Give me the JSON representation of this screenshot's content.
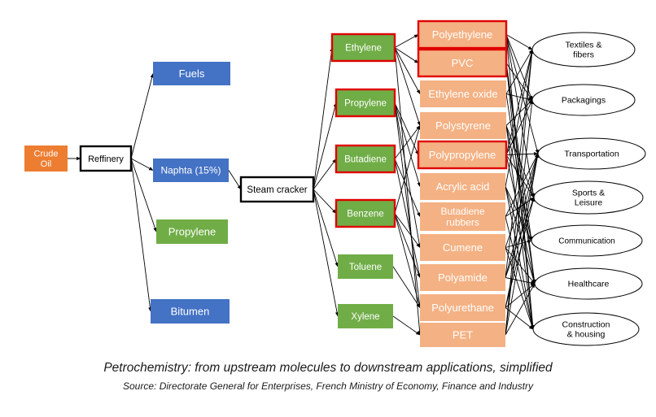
{
  "colors": {
    "orange": "#ED7D31",
    "blue": "#4472C4",
    "green": "#70AD47",
    "salmon": "#F4B183",
    "highlight_border": "#E00000",
    "black_border": "#000000",
    "edge": "#000000"
  },
  "nodes": [
    {
      "id": "crude_oil",
      "label": "Crude\nOil",
      "style": "orange"
    },
    {
      "id": "refinery",
      "label": "Reffinery",
      "style": "white"
    },
    {
      "id": "fuels",
      "label": "Fuels",
      "style": "blue"
    },
    {
      "id": "naphta",
      "label": "Naphta (15%)",
      "style": "blue"
    },
    {
      "id": "propylene_ref",
      "label": "Propylene",
      "style": "green"
    },
    {
      "id": "bitumen",
      "label": "Bitumen",
      "style": "blue"
    },
    {
      "id": "steam_cracker",
      "label": "Steam cracker",
      "style": "white"
    },
    {
      "id": "ethylene",
      "label": "Ethylene",
      "style": "green",
      "highlighted": true
    },
    {
      "id": "propylene",
      "label": "Propylene",
      "style": "green",
      "highlighted": true
    },
    {
      "id": "butadiene",
      "label": "Butadiene",
      "style": "green",
      "highlighted": true
    },
    {
      "id": "benzene",
      "label": "Benzene",
      "style": "green",
      "highlighted": true
    },
    {
      "id": "toluene",
      "label": "Toluene",
      "style": "green"
    },
    {
      "id": "xylene",
      "label": "Xylene",
      "style": "green"
    },
    {
      "id": "polyethylene",
      "label": "Polyethylene",
      "style": "salmon",
      "highlighted": true
    },
    {
      "id": "pvc",
      "label": "PVC",
      "style": "salmon",
      "highlighted": true
    },
    {
      "id": "ethylene_oxide",
      "label": "Ethylene oxide",
      "style": "salmon"
    },
    {
      "id": "polystyrene",
      "label": "Polystyrene",
      "style": "salmon"
    },
    {
      "id": "polypropylene",
      "label": "Polypropylene",
      "style": "salmon",
      "highlighted": true
    },
    {
      "id": "acrylic_acid",
      "label": "Acrylic acid",
      "style": "salmon"
    },
    {
      "id": "butadiene_rubbers",
      "label": "Butadiene\nrubbers",
      "style": "salmon"
    },
    {
      "id": "cumene",
      "label": "Cumene",
      "style": "salmon"
    },
    {
      "id": "polyamide",
      "label": "Polyamide",
      "style": "salmon"
    },
    {
      "id": "polyurethane",
      "label": "Polyurethane",
      "style": "salmon"
    },
    {
      "id": "pet",
      "label": "PET",
      "style": "salmon"
    },
    {
      "id": "textiles",
      "label": "Textiles &\nfibers",
      "style": "ellipse"
    },
    {
      "id": "packagings",
      "label": "Packagings",
      "style": "ellipse"
    },
    {
      "id": "transportation",
      "label": "Transportation",
      "style": "ellipse"
    },
    {
      "id": "sports",
      "label": "Sports &\nLeisure",
      "style": "ellipse"
    },
    {
      "id": "communication",
      "label": "Communication",
      "style": "ellipse"
    },
    {
      "id": "healthcare",
      "label": "Healthcare",
      "style": "ellipse"
    },
    {
      "id": "construction",
      "label": "Construction\n& housing",
      "style": "ellipse"
    }
  ],
  "edges": [
    [
      "crude_oil",
      "refinery"
    ],
    [
      "refinery",
      "fuels"
    ],
    [
      "refinery",
      "naphta"
    ],
    [
      "refinery",
      "propylene_ref"
    ],
    [
      "refinery",
      "bitumen"
    ],
    [
      "naphta",
      "steam_cracker"
    ],
    [
      "steam_cracker",
      "ethylene"
    ],
    [
      "steam_cracker",
      "propylene"
    ],
    [
      "steam_cracker",
      "butadiene"
    ],
    [
      "steam_cracker",
      "benzene"
    ],
    [
      "steam_cracker",
      "toluene"
    ],
    [
      "steam_cracker",
      "xylene"
    ],
    [
      "ethylene",
      "polyethylene"
    ],
    [
      "ethylene",
      "pvc"
    ],
    [
      "ethylene",
      "ethylene_oxide"
    ],
    [
      "ethylene",
      "polystyrene"
    ],
    [
      "ethylene",
      "pet"
    ],
    [
      "propylene",
      "polypropylene"
    ],
    [
      "propylene",
      "acrylic_acid"
    ],
    [
      "propylene",
      "cumene"
    ],
    [
      "propylene",
      "polyurethane"
    ],
    [
      "butadiene",
      "butadiene_rubbers"
    ],
    [
      "butadiene",
      "polyamide"
    ],
    [
      "butadiene",
      "polystyrene"
    ],
    [
      "benzene",
      "polystyrene"
    ],
    [
      "benzene",
      "cumene"
    ],
    [
      "benzene",
      "polyamide"
    ],
    [
      "benzene",
      "polyurethane"
    ],
    [
      "toluene",
      "polyurethane"
    ],
    [
      "xylene",
      "pet"
    ],
    [
      "polyethylene",
      "textiles"
    ],
    [
      "polyethylene",
      "packagings"
    ],
    [
      "polyethylene",
      "transportation"
    ],
    [
      "polyethylene",
      "sports"
    ],
    [
      "polyethylene",
      "construction"
    ],
    [
      "pvc",
      "packagings"
    ],
    [
      "pvc",
      "healthcare"
    ],
    [
      "pvc",
      "construction"
    ],
    [
      "pvc",
      "communication"
    ],
    [
      "ethylene_oxide",
      "textiles"
    ],
    [
      "ethylene_oxide",
      "packagings"
    ],
    [
      "ethylene_oxide",
      "healthcare"
    ],
    [
      "polystyrene",
      "packagings"
    ],
    [
      "polystyrene",
      "construction"
    ],
    [
      "polystyrene",
      "communication"
    ],
    [
      "polystyrene",
      "sports"
    ],
    [
      "polypropylene",
      "textiles"
    ],
    [
      "polypropylene",
      "packagings"
    ],
    [
      "polypropylene",
      "transportation"
    ],
    [
      "polypropylene",
      "healthcare"
    ],
    [
      "polypropylene",
      "sports"
    ],
    [
      "acrylic_acid",
      "textiles"
    ],
    [
      "acrylic_acid",
      "healthcare"
    ],
    [
      "acrylic_acid",
      "construction"
    ],
    [
      "acrylic_acid",
      "communication"
    ],
    [
      "butadiene_rubbers",
      "transportation"
    ],
    [
      "butadiene_rubbers",
      "sports"
    ],
    [
      "butadiene_rubbers",
      "construction"
    ],
    [
      "cumene",
      "transportation"
    ],
    [
      "cumene",
      "construction"
    ],
    [
      "cumene",
      "communication"
    ],
    [
      "cumene",
      "healthcare"
    ],
    [
      "polyamide",
      "textiles"
    ],
    [
      "polyamide",
      "transportation"
    ],
    [
      "polyamide",
      "sports"
    ],
    [
      "polyamide",
      "healthcare"
    ],
    [
      "polyurethane",
      "transportation"
    ],
    [
      "polyurethane",
      "construction"
    ],
    [
      "polyurethane",
      "sports"
    ],
    [
      "polyurethane",
      "healthcare"
    ],
    [
      "pet",
      "textiles"
    ],
    [
      "pet",
      "packagings"
    ],
    [
      "pet",
      "transportation"
    ],
    [
      "pet",
      "healthcare"
    ]
  ],
  "caption": "Petrochemistry: from upstream molecules to downstream applications, simplified",
  "source": "Source: Directorate General for Enterprises, French Ministry of Economy, Finance and Industry"
}
